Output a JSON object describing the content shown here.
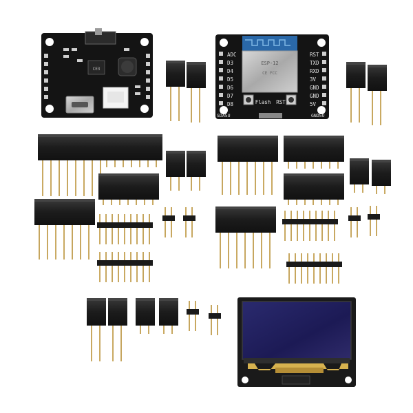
{
  "power_board": {
    "chip_label": "CE3"
  },
  "esp_board": {
    "module_label": "ESP-12",
    "cert_label": "CE FCC",
    "left_pins": [
      "ADC",
      "D3",
      "D4",
      "D5",
      "D6",
      "D7",
      "D8"
    ],
    "right_pins": [
      "RST",
      "TXD",
      "RXD",
      "3V",
      "GND",
      "GND",
      "5V"
    ],
    "flash_label": "Flash",
    "rst_label": "RST",
    "sda_label": "SDA5U",
    "gnd_label": "GND5U"
  }
}
